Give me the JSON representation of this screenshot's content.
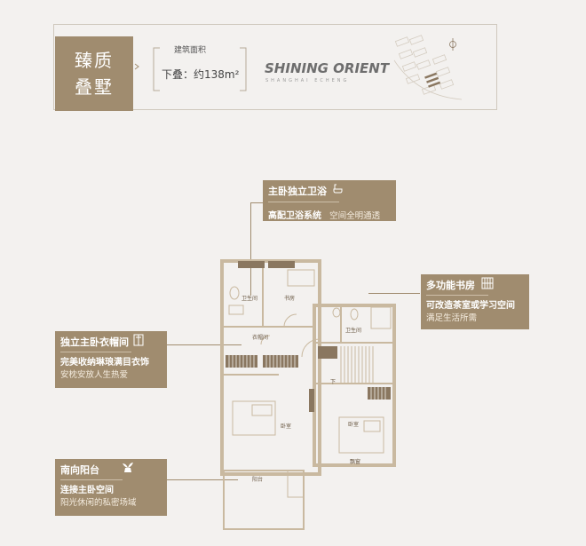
{
  "header": {
    "title_line1": "臻质",
    "title_line2": "叠墅",
    "area_label": "建筑面积",
    "area_value": "下叠：约138m²",
    "brand_name": "SHINING ORIENT",
    "brand_sub": "SHANGHAI  ECHENG"
  },
  "callouts": {
    "bath": {
      "head": "主卧独立卫浴",
      "line1": "高配卫浴系统",
      "line2": "空间全明通透"
    },
    "study": {
      "head": "多功能书房",
      "line1": "可改造茶室或学习空间",
      "line2": "满足生活所需"
    },
    "wardrobe": {
      "head": "独立主卧衣帽间",
      "line1": "完美收纳琳琅满目衣饰",
      "line2": "安枕安放人生热爱"
    },
    "balcony": {
      "head": "南向阳台",
      "line1": "连接主卧空间",
      "line2": "阳光休闲的私密场域"
    }
  },
  "plan_labels": {
    "bath1": "卫生间",
    "study": "书房",
    "cloak": "衣帽间",
    "bath2": "卫生间",
    "bedroom1": "卧室",
    "bedroom2": "卧室",
    "balcony": "阳台",
    "down": "下",
    "window": "飘窗"
  },
  "colors": {
    "accent": "#a08c6f",
    "background": "#f3f1ef",
    "wall": "#c9b9a0"
  }
}
